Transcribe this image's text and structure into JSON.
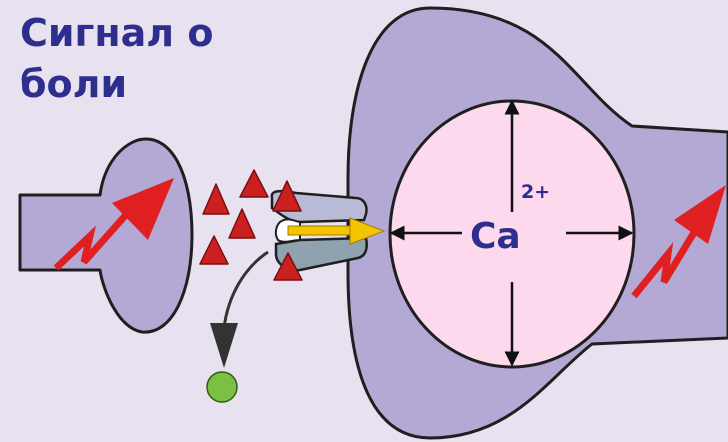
{
  "title": "Сигнал о\nболи",
  "ion": {
    "symbol": "Ca",
    "charge": "2+"
  },
  "colors": {
    "background": "#e8e1f0",
    "neuron_fill": "#b3a9d4",
    "outline": "#1f1f1f",
    "nucleus_fill": "#fcd9ec",
    "title_text": "#2e2e8c",
    "signal_arrow": "#e02020",
    "flow_arrow": "#f5c400",
    "receptor_top": "#b8bad6",
    "receptor_bottom": "#8fa2b0",
    "ligand": "#cc1f1f",
    "released_molecule": "#7bc043"
  },
  "icons": {
    "signal": "lightning-arrow-icon",
    "ligand": "triangle-icon"
  }
}
